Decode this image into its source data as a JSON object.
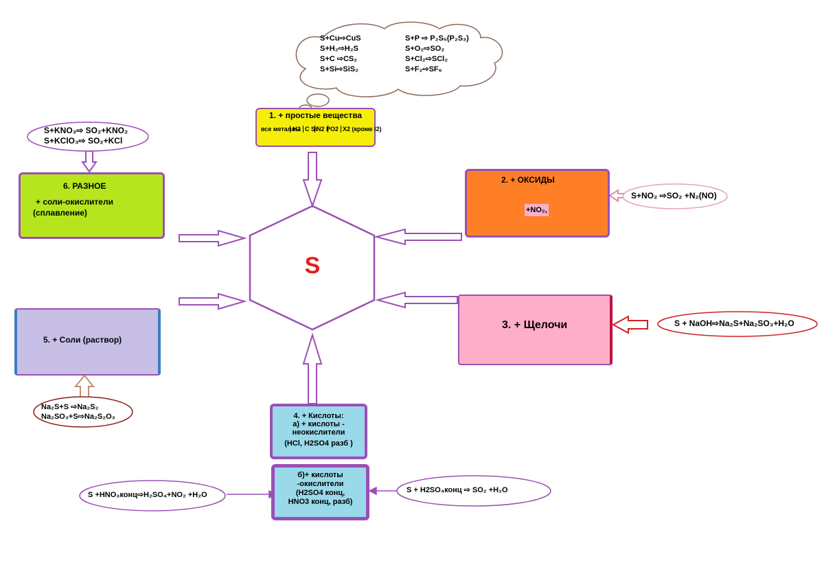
{
  "center": {
    "label": "S"
  },
  "cloud": {
    "left": [
      "S+Cu⇨CuS",
      "S+H₂⇨H₂S",
      "S+C ⇨CS₂",
      "S+Si⇨SiS₂"
    ],
    "right": [
      "S+P  ⇨  P₂S₅(P₂S₃)",
      "S+O₂⇨SO₂",
      "S+Cl₂⇨SCl₂",
      "S+F₂⇨SF₆"
    ]
  },
  "box1": {
    "title": "1. + простые вещества",
    "cells": [
      "все металлы",
      "H2",
      "C Si",
      "N2 P",
      "O2",
      "X2 (кроме I2)"
    ]
  },
  "box2": {
    "title": "2. + ОКСИДЫ",
    "label": "+NO₂,",
    "oval": "S+NO₂ ⇨SO₂ +N₂(NO)"
  },
  "box3": {
    "title": "3. + Щелочи",
    "oval": "S + NaOH⇨Na₂S+Na₂SO₃+H₂O"
  },
  "box4a": {
    "line1": "4. + Кислоты:",
    "line2": "а) + кислоты -",
    "line3": "неокислители",
    "line4": "(HCl,  H2SO4 разб  )"
  },
  "box4b": {
    "line1": "б)+ кислоты",
    "line2": "-окислители",
    "line3": "(H2SO4 конц,",
    "line4": "HNO3 конц, разб)"
  },
  "oval4b_left": "S +HNO₃конц⇨H₂SO₄+NO₂ +H₂O",
  "oval4b_right": "S + H2SO₄конц ⇨  SO₂ +H₂O",
  "box5": {
    "title": "5. + Соли (раствор)",
    "oval": [
      "Na₂S+S ⇨Na₂S₂",
      "Na₂SO₃+S⇨Na₂S₂O₃"
    ]
  },
  "box6": {
    "title": "6. РАЗНОЕ",
    "line1": "+ соли-окислители",
    "line2": "(сплавление)",
    "oval": [
      "S+KNO₃⇨ SO₂+KNO₂",
      "S+KClO₃⇨ SO₂+KCl"
    ]
  }
}
